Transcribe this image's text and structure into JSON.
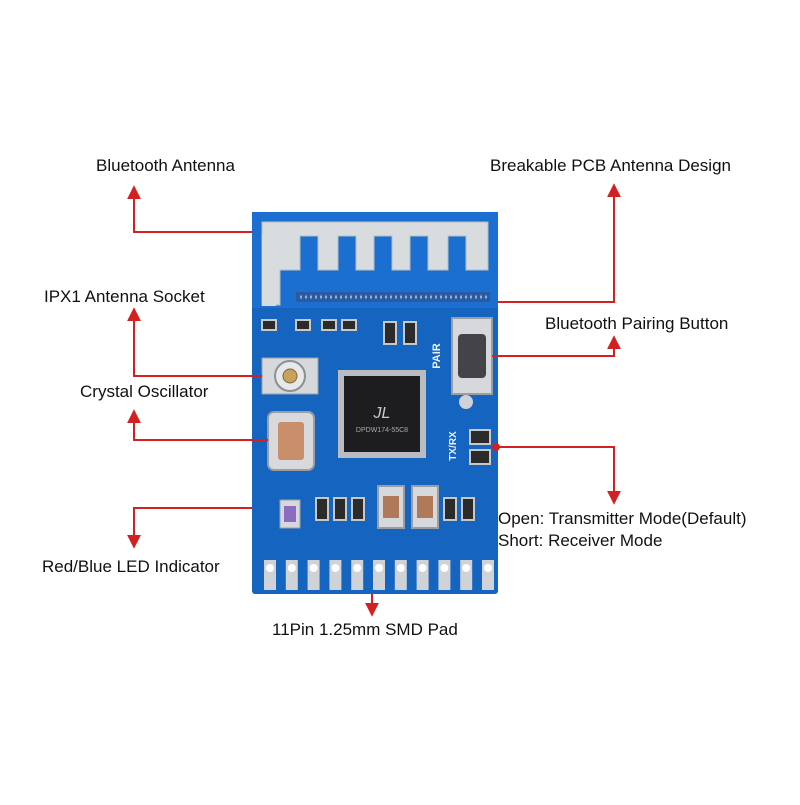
{
  "labels": {
    "bluetooth_antenna": "Bluetooth Antenna",
    "breakable_pcb": "Breakable PCB Antenna Design",
    "ipx1_socket": "IPX1 Antenna Socket",
    "pairing_button": "Bluetooth Pairing Button",
    "crystal": "Crystal Oscillator",
    "mode_open": "Open: Transmitter Mode(Default)",
    "mode_short": "Short: Receiver Mode",
    "led": "Red/Blue LED Indicator",
    "pads": "11Pin 1.25mm SMD Pad"
  },
  "board": {
    "chip_logo": "JL",
    "chip_marking": "DPDW174-55C8",
    "pair_text": "PAIR",
    "txrx_text": "TX/RX",
    "pad_count": 11
  },
  "colors": {
    "pcb": "#1565c0",
    "arrow": "#d32020",
    "silver": "#cfd2d6"
  }
}
